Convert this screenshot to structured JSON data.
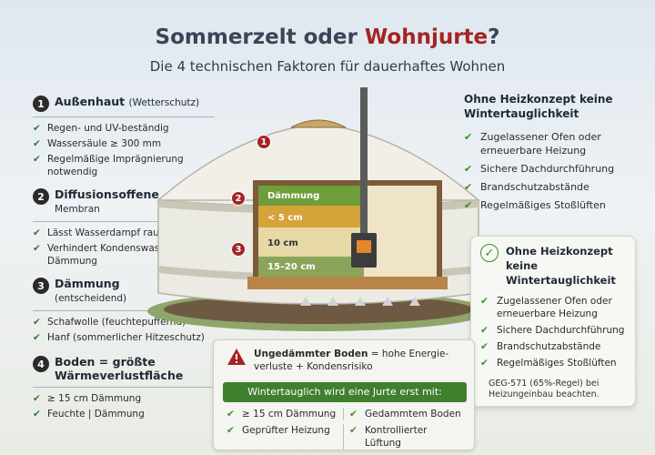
{
  "header": {
    "title_part1": "Sommerzelt oder ",
    "title_part2": "Wohnjurte",
    "title_part3": "?",
    "subtitle": "Die 4 technischen Faktoren für dauerhaftes Wohnen"
  },
  "sections": [
    {
      "number": "1",
      "title": "Außenhaut",
      "sub": "(Wetterschutz)",
      "items": [
        "Regen- und UV-beständig",
        "Wassersäule ≥ 300 mm",
        "Regelmäßige Imprägnierung notwendig"
      ]
    },
    {
      "number": "2",
      "title": "Diffusionsoffene",
      "sub": "Membran",
      "items": [
        "Lässt Wasserdampf raus",
        "Verhindert Kondenswasser in der Dämmung"
      ]
    },
    {
      "number": "3",
      "title": "Dämmung",
      "sub": "(entscheidend)",
      "items": [
        "Schafwolle (feuchtepuffernd)",
        "Hanf (sommerlicher Hitzeschutz)"
      ]
    },
    {
      "number": "4",
      "title": "Boden = größte Wärmeverlustfläche",
      "sub": "",
      "items": [
        "≥ 15 cm Dämmung",
        "Feuchte | Dämmung"
      ]
    }
  ],
  "right_top": {
    "heading": "Ohne Heizkonzept keine Wintertauglichkeit",
    "items": [
      "Zugelassener Ofen oder erneuerbare Heizung",
      "Sichere Dachdurchführung",
      "Brandschutzabstände",
      "Regelmäßiges Stoßlüften"
    ]
  },
  "right_card": {
    "heading": "Ohne Heizkonzept keine Wintertauglichkeit",
    "items": [
      "Zugelassener Ofen oder erneuerbare Heizung",
      "Sichere Dachdurchführung",
      "Brandschutzabstände",
      "Regelmäßiges Stoßlüften"
    ],
    "note": "GEG-571 (65%-Regel) bei Heizungeinbau beachten."
  },
  "yurt_labels": {
    "insulation": "Dämmung",
    "layer1": "< 5 cm",
    "layer2": "10 cm",
    "layer3": "15–20 cm",
    "marker1": "1",
    "marker2": "2",
    "marker3": "3"
  },
  "warning": {
    "bold": "Ungedämmter Boden",
    "text": " = hohe Energie-verluste + Kondensrisiko",
    "bar": "Wintertauglich wird eine Jurte erst mit:",
    "items": [
      "≥ 15 cm Dämmung",
      "Gedammtem Boden",
      "Geprüfter Heizung",
      "Kontrollierter Lüftung"
    ]
  },
  "colors": {
    "accent_red": "#a32424",
    "check_green": "#3d8f2c",
    "bar_green": "#3f7f2e"
  }
}
